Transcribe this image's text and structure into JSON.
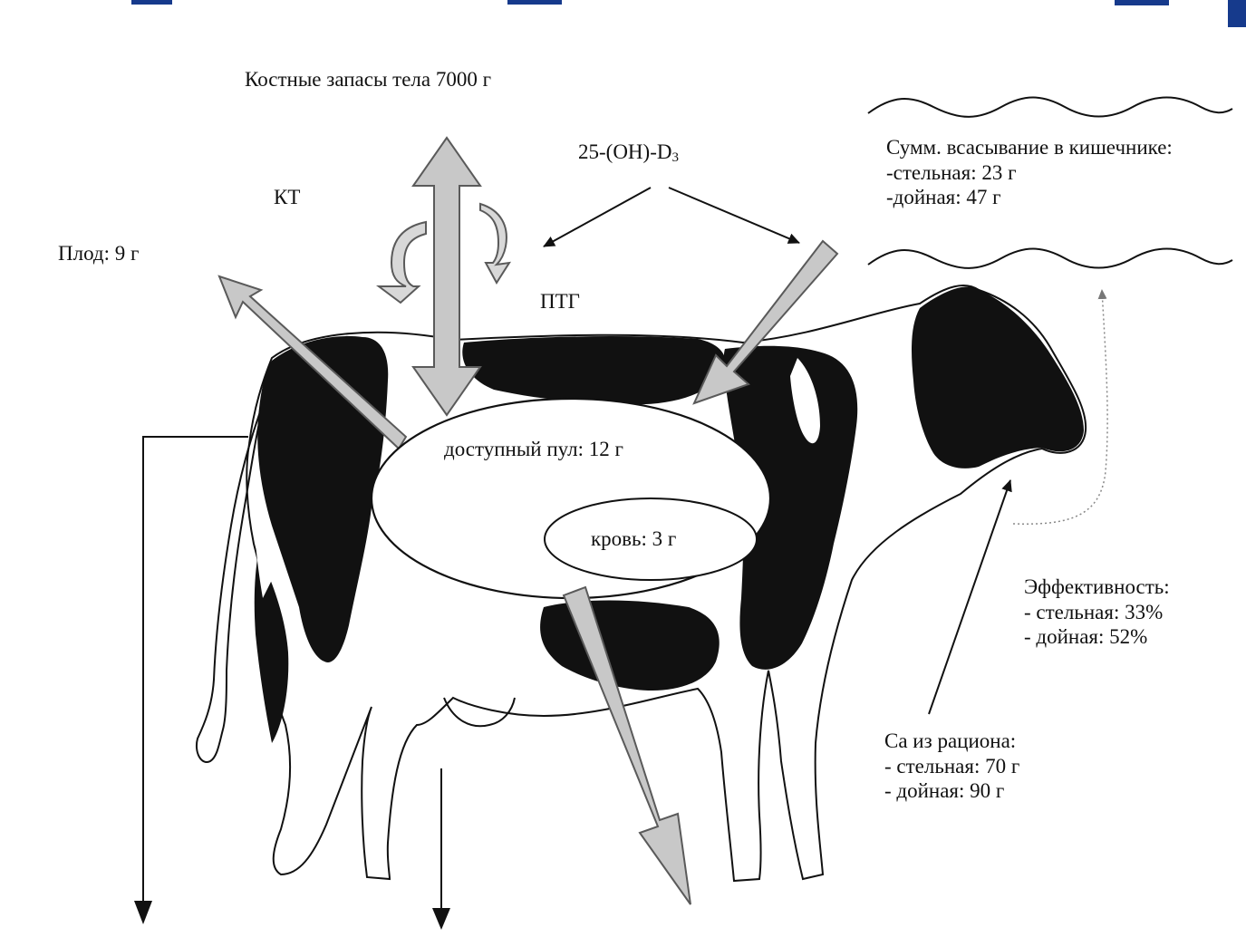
{
  "colors": {
    "ink": "#111111",
    "arrow_fill": "#c8c8c8",
    "arrow_stroke": "#5a5a5a",
    "header_blue": "#163a8c",
    "patch": "#111111",
    "pool": "#ffffff"
  },
  "labels": {
    "bone_reserves": "Костные запасы тела 7000 г",
    "vitamin_d_main": "25-(OH)-D",
    "vitamin_d_sub": "3",
    "kt": "КТ",
    "ptg": "ПТГ",
    "fetus": "Плод: 9 г",
    "available_pool": "доступный пул: 12 г",
    "blood": "кровь: 3 г",
    "absorption": {
      "title": "Сумм. всасывание в кишечнике:",
      "pregnant": "-стельная: 23 г",
      "lactating": "-дойная: 47 г"
    },
    "efficiency": {
      "title": "Эффективность:",
      "pregnant": "- стельная: 33%",
      "lactating": "- дойная: 52%"
    },
    "diet_ca": {
      "title": "Са из рациона:",
      "pregnant": "- стельная: 70 г",
      "lactating": "- дойная: 90 г"
    }
  }
}
